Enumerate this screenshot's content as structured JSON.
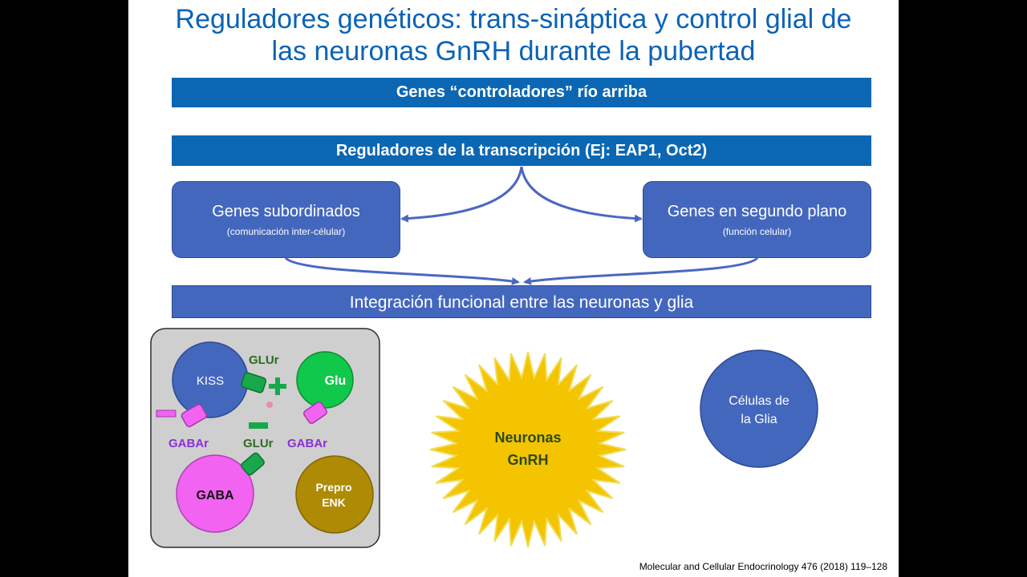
{
  "title": {
    "line1": "Reguladores genéticos: trans-sináptica y control glial de",
    "line2": "las neuronas GnRH durante la pubertad"
  },
  "bars": {
    "upstream": "Genes “controladores” río arriba",
    "transcription": "Reguladores de la transcripción (Ej: EAP1, Oct2)",
    "integration": "Integración funcional entre las neuronas y glia"
  },
  "boxes": {
    "subordinate": {
      "title": "Genes subordinados",
      "subtitle": "(comunicación inter-célular)"
    },
    "background": {
      "title": "Genes en segundo plano",
      "subtitle": "(función celular)"
    }
  },
  "network": {
    "kiss": "KISS",
    "glu": "Glu",
    "gaba": "GABA",
    "prepro_line1": "Prepro",
    "prepro_line2": "ENK",
    "glur_top": "GLUr",
    "glur_bottom": "GLUr",
    "gabar_left": "GABAr",
    "gabar_right": "GABAr"
  },
  "gnrh": {
    "line1": "Neuronas",
    "line2": "GnRH"
  },
  "glia": {
    "line1": "Células de",
    "line2": "la Glia"
  },
  "citation": "Molecular and Cellular Endocrinology 476 (2018) 119–128",
  "colors": {
    "title_blue": "#0a63b5",
    "bar_dark": "#0b67b3",
    "box_blue": "#4467be",
    "kiss": "#4467be",
    "glu": "#10c84a",
    "gaba": "#f263f2",
    "prepro": "#ae8a05",
    "glur_label": "#2e6b1f",
    "gabar_label": "#8b2fd8",
    "sun": "#f5c400"
  }
}
